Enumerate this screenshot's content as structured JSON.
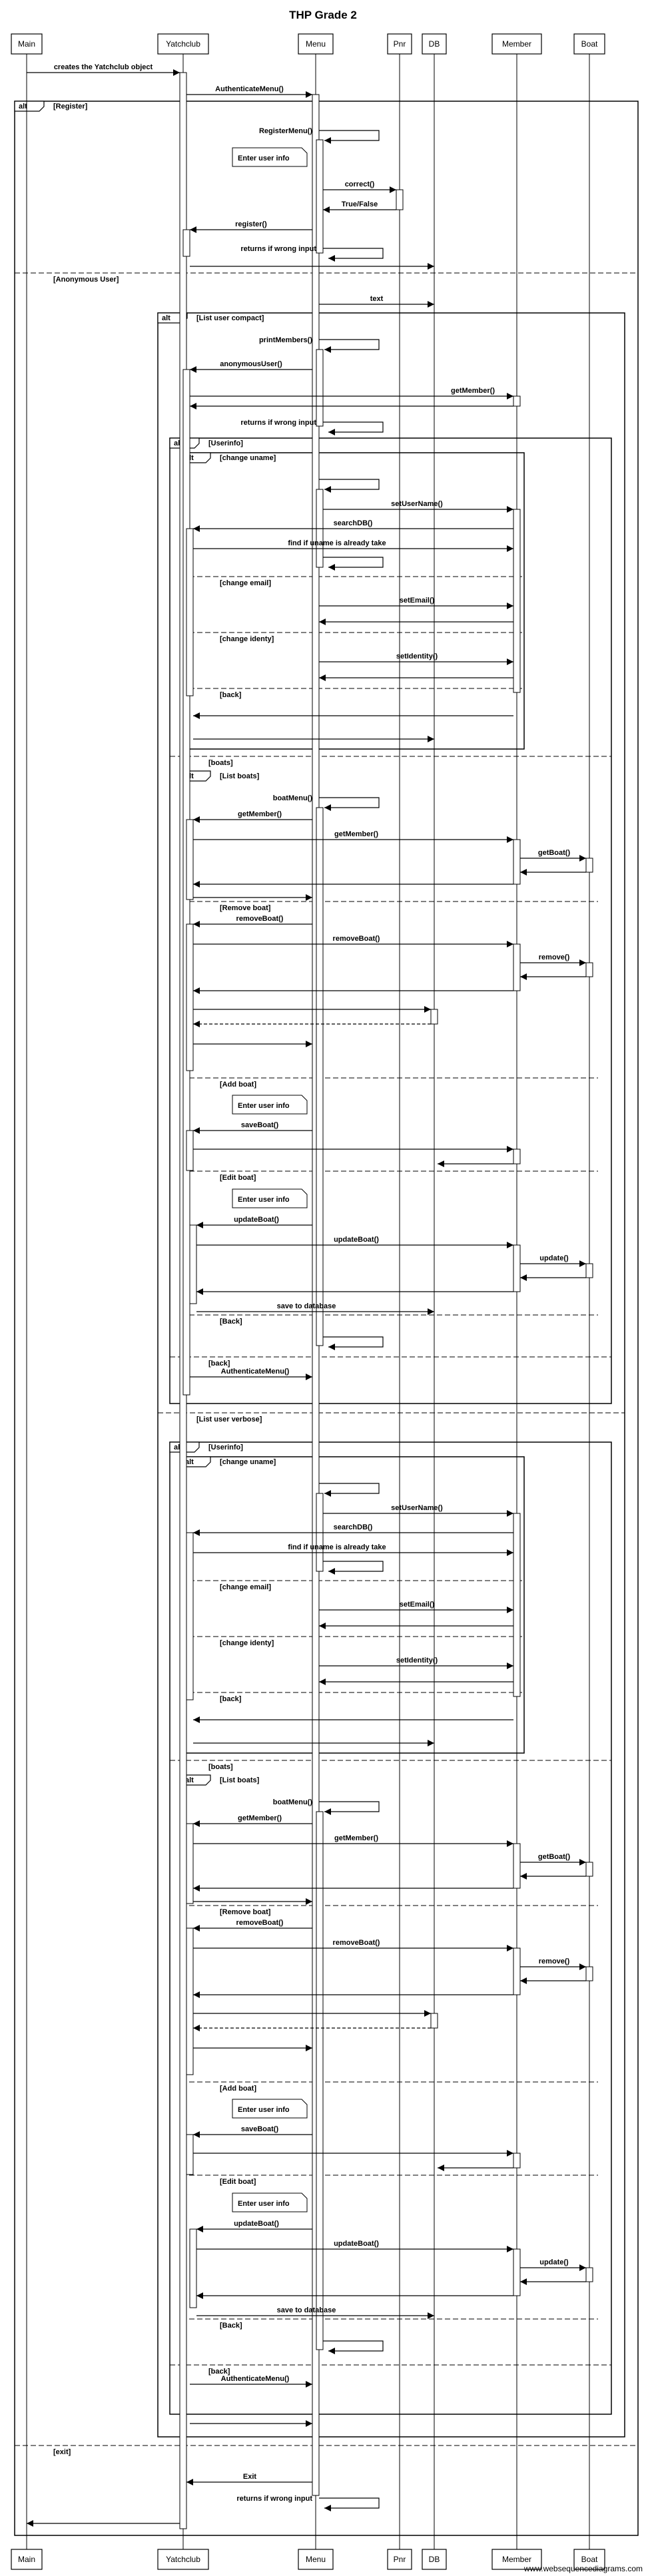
{
  "title": "THP Grade 2",
  "watermark": "www.websequencediagrams.com",
  "participants": [
    "Main",
    "Yatchclub",
    "Menu",
    "Pnr",
    "DB",
    "Member",
    "Boat"
  ],
  "fragment_labels": {
    "alt": "alt",
    "register": "[Register]",
    "anonymous": "[Anonymous User]",
    "exit": "[exit]",
    "list_compact": "[List user compact]",
    "list_verbose": "[List user verbose]",
    "userinfo": "[Userinfo]",
    "boats": "[boats]",
    "back_lower": "[back]",
    "change_uname": "[change uname]",
    "change_email": "[change email]",
    "change_ident": "[change identy]",
    "back": "[back]",
    "list_boats": "[List boats]",
    "remove_boat": "[Remove boat]",
    "add_boat": "[Add boat]",
    "edit_boat": "[Edit boat]",
    "back_cap": "[Back]"
  },
  "note_text": "Enter user info",
  "messages": {
    "create": "creates the Yatchclub object",
    "auth": "AuthenticateMenu()",
    "register_menu": "RegisterMenu()",
    "correct": "correct()",
    "truefalse": "True/False",
    "register": "register()",
    "wrong_input": "returns if wrong input",
    "text": "text",
    "print_members": "printMembers()",
    "anonymous": "anonymousUser()",
    "get_member": "getMember()",
    "set_username": "setUserName()",
    "search_db": "searchDB()",
    "find_uname": "find if uname is already take",
    "set_email": "setEmail()",
    "set_identity": "setIdentity()",
    "boat_menu": "boatMenu()",
    "get_boat": "getBoat()",
    "remove_boat": "removeBoat()",
    "remove": "remove()",
    "save_boat": "saveBoat()",
    "update_boat": "updateBoat()",
    "update": "update()",
    "save_db": "save to database",
    "exit": "Exit"
  }
}
